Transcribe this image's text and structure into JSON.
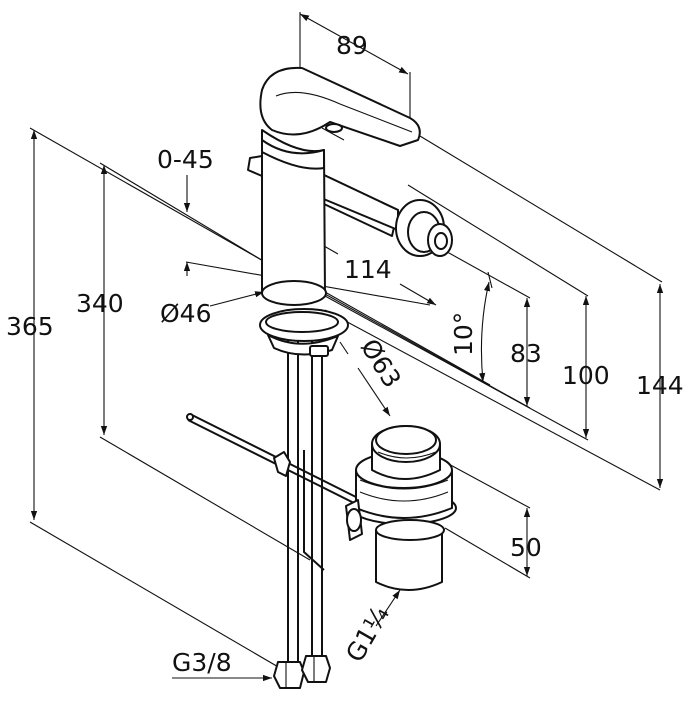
{
  "dimensions": {
    "width_89": "89",
    "lever_range": "0-45",
    "spout_projection": "114",
    "base_diameter": "Ø46",
    "hole_diameter": "Ø63",
    "overall_height": "365",
    "hose_length": "340",
    "angle": "10°",
    "height_83": "83",
    "height_100": "100",
    "height_144": "144",
    "waste_height": "50",
    "waste_thread": "G1¼",
    "hose_thread": "G3/8"
  },
  "colors": {
    "line": "#111111",
    "background": "#ffffff"
  }
}
